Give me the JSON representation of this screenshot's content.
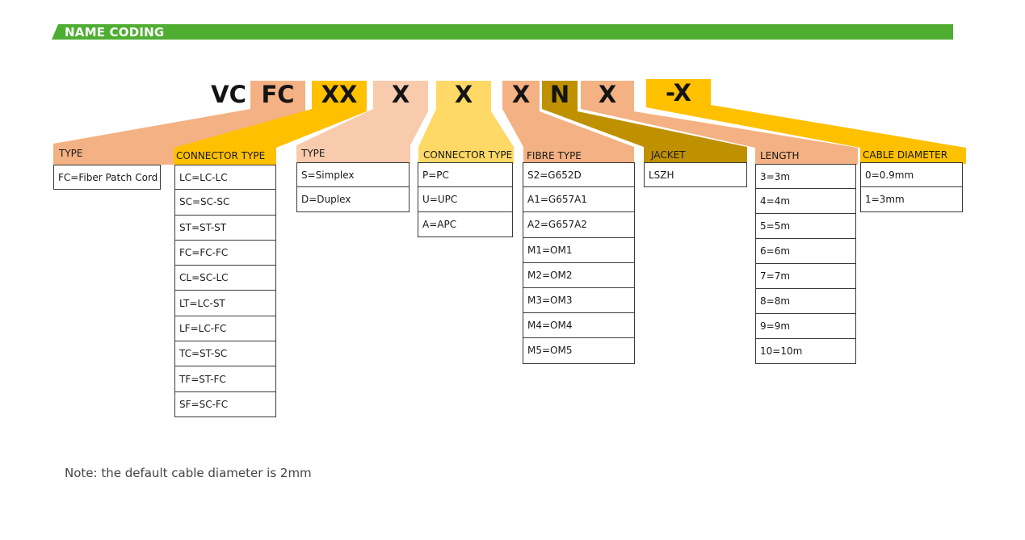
{
  "banner": {
    "title": "NAME CODING",
    "color": "#4fae32"
  },
  "code": [
    {
      "text": "VC",
      "color": ""
    },
    {
      "text": "FC",
      "color": "#f4b183"
    },
    {
      "text": "XX",
      "color": "#ffc000"
    },
    {
      "text": "X",
      "color": "#f8cbad"
    },
    {
      "text": "X",
      "color": "#ffd966"
    },
    {
      "text": "X",
      "color": "#f4b183"
    },
    {
      "text": "N",
      "color": "#bf9000"
    },
    {
      "text": "X",
      "color": "#f4b183"
    },
    {
      "text": "-X",
      "color": "#ffc000"
    }
  ],
  "columns": [
    {
      "header": "TYPE",
      "items": [
        "FC=Fiber Patch Cord"
      ]
    },
    {
      "header": "CONNECTOR TYPE",
      "items": [
        "LC=LC-LC",
        "SC=SC-SC",
        "ST=ST-ST",
        "FC=FC-FC",
        "CL=SC-LC",
        "LT=LC-ST",
        "LF=LC-FC",
        "TC=ST-SC",
        "TF=ST-FC",
        "SF=SC-FC"
      ]
    },
    {
      "header": "TYPE",
      "items": [
        "S=Simplex",
        "D=Duplex"
      ]
    },
    {
      "header": "CONNECTOR TYPE",
      "items": [
        "P=PC",
        "U=UPC",
        "A=APC"
      ]
    },
    {
      "header": "FIBRE TYPE",
      "items": [
        "S2=G652D",
        "A1=G657A1",
        "A2=G657A2",
        "M1=OM1",
        "M2=OM2",
        "M3=OM3",
        "M4=OM4",
        "M5=OM5"
      ]
    },
    {
      "header": "JACKET",
      "items": [
        "LSZH"
      ]
    },
    {
      "header": "LENGTH",
      "items": [
        "3=3m",
        "4=4m",
        "5=5m",
        "6=6m",
        "7=7m",
        "8=8m",
        "9=9m",
        "10=10m"
      ]
    },
    {
      "header": "CABLE DIAMETER",
      "items": [
        "0=0.9mm",
        "1=3mm"
      ]
    }
  ],
  "note": "Note: the default cable diameter is 2mm"
}
